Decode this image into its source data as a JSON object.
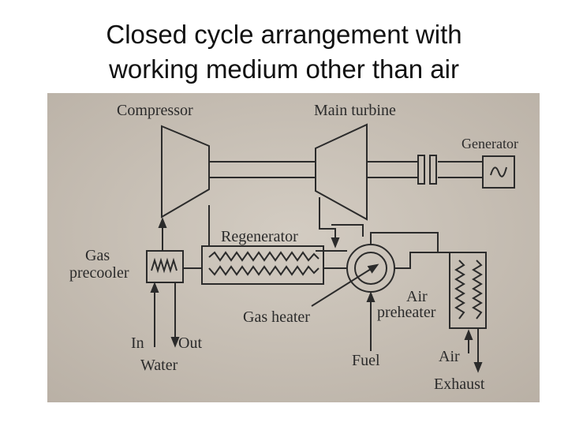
{
  "slide": {
    "title_line1": "Closed cycle arrangement with",
    "title_line2": "working medium other than air"
  },
  "diagram": {
    "labels": {
      "compressor": "Compressor",
      "main_turbine": "Main turbine",
      "generator": "Generator",
      "regenerator": "Regenerator",
      "gas_precooler_line1": "Gas",
      "gas_precooler_line2": "precooler",
      "gas_heater": "Gas heater",
      "air_preheater_line1": "Air",
      "air_preheater_line2": "preheater",
      "water_in": "In",
      "water_out": "Out",
      "water": "Water",
      "fuel": "Fuel",
      "air": "Air",
      "exhaust": "Exhaust"
    },
    "colors": {
      "paper": "#cbc3b8",
      "ink": "#2b2b2b"
    }
  }
}
